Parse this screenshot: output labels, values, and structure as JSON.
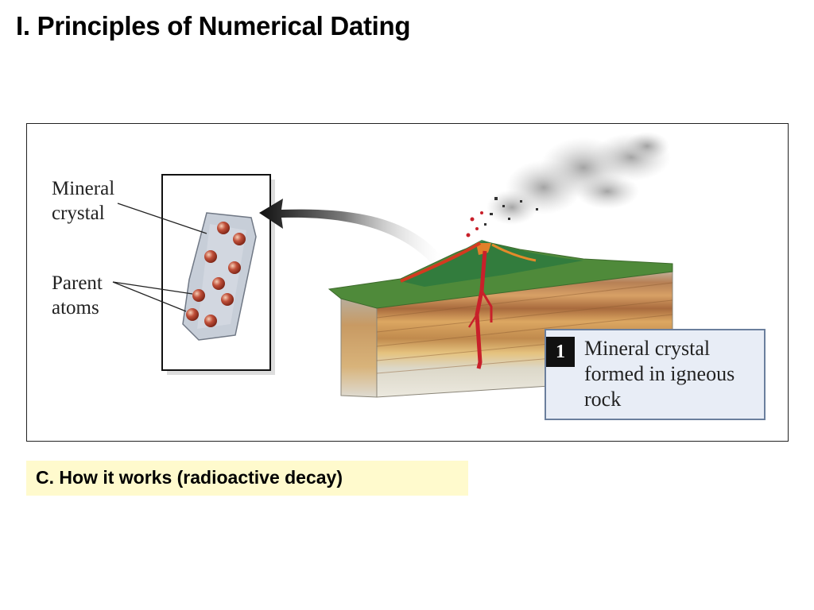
{
  "slide": {
    "title": "I. Principles of Numerical Dating"
  },
  "figure": {
    "crystal_label": "Mineral\ncrystal",
    "atoms_label": "Parent\natoms",
    "step_number": "1",
    "step_caption": "Mineral crystal formed in igneous rock"
  },
  "section": {
    "text": "C. How it works (radioactive decay)"
  },
  "colors": {
    "section_highlight": "#fffacd",
    "caption_box": "#e8edf6",
    "lava": "#c8202a",
    "atom": "#b5432c"
  }
}
